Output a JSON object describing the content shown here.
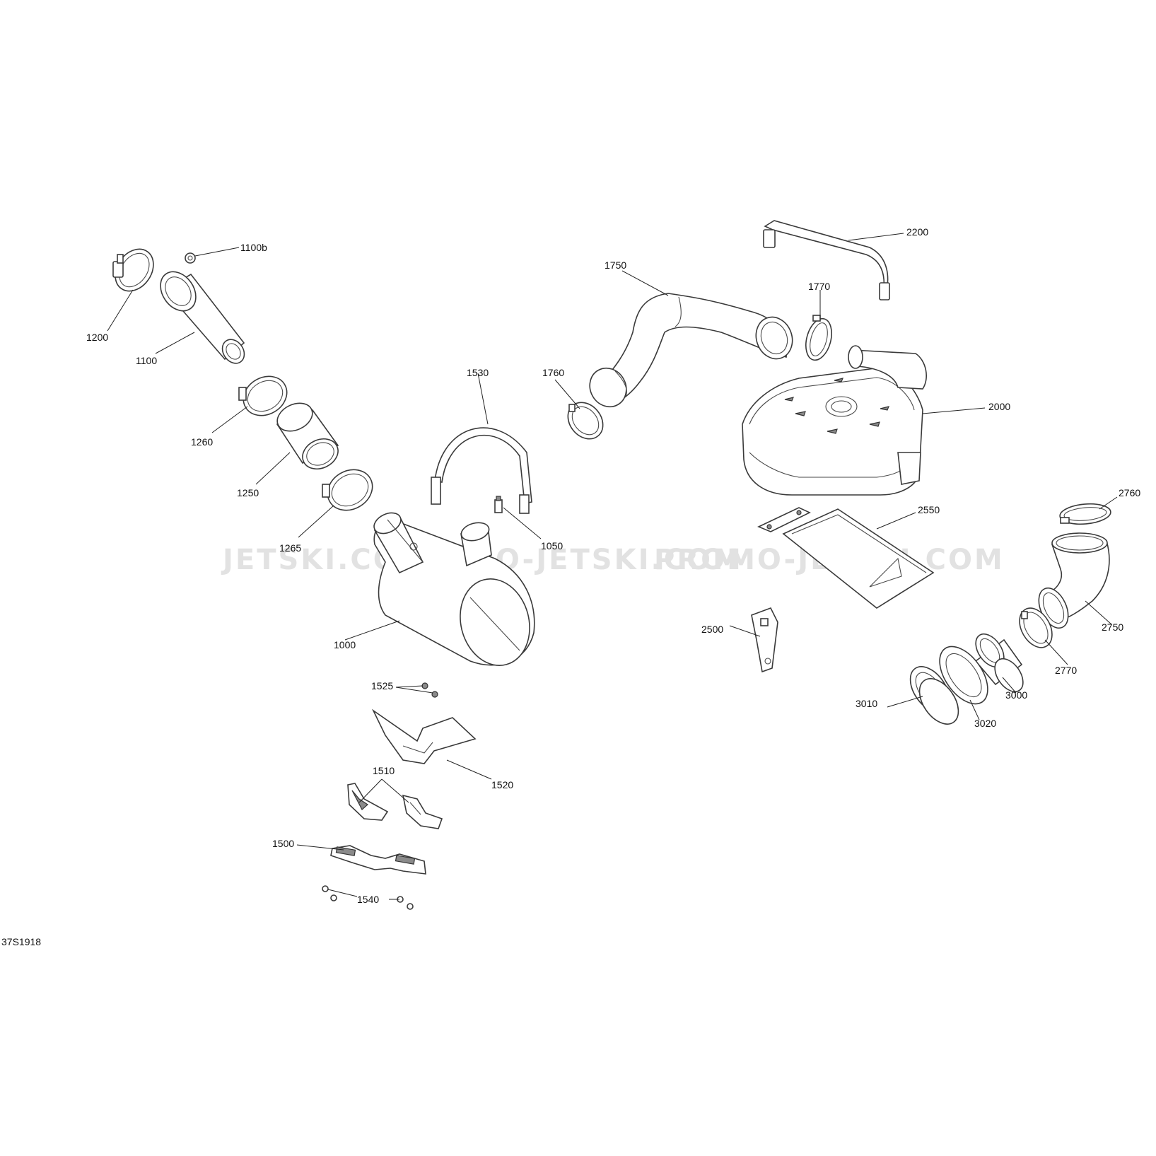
{
  "diagram": {
    "drawing_code": "37S1918",
    "watermarks": [
      "JETSKI.COM",
      "PROMO-JETSKI.COM",
      "PROMO-JETSKI.COM"
    ],
    "callouts": {
      "p1000": "1000",
      "p1050": "1050",
      "p1100": "1100",
      "p1100b": "1100b",
      "p1200": "1200",
      "p1250": "1250",
      "p1260": "1260",
      "p1265": "1265",
      "p1500": "1500",
      "p1510": "1510",
      "p1520": "1520",
      "p1525": "1525",
      "p1530": "1530",
      "p1540": "1540",
      "p1750": "1750",
      "p1760": "1760",
      "p1770": "1770",
      "p2000": "2000",
      "p2200": "2200",
      "p2500": "2500",
      "p2550": "2550",
      "p2750": "2750",
      "p2760": "2760",
      "p2770": "2770",
      "p3000": "3000",
      "p3010": "3010",
      "p3020": "3020"
    }
  }
}
